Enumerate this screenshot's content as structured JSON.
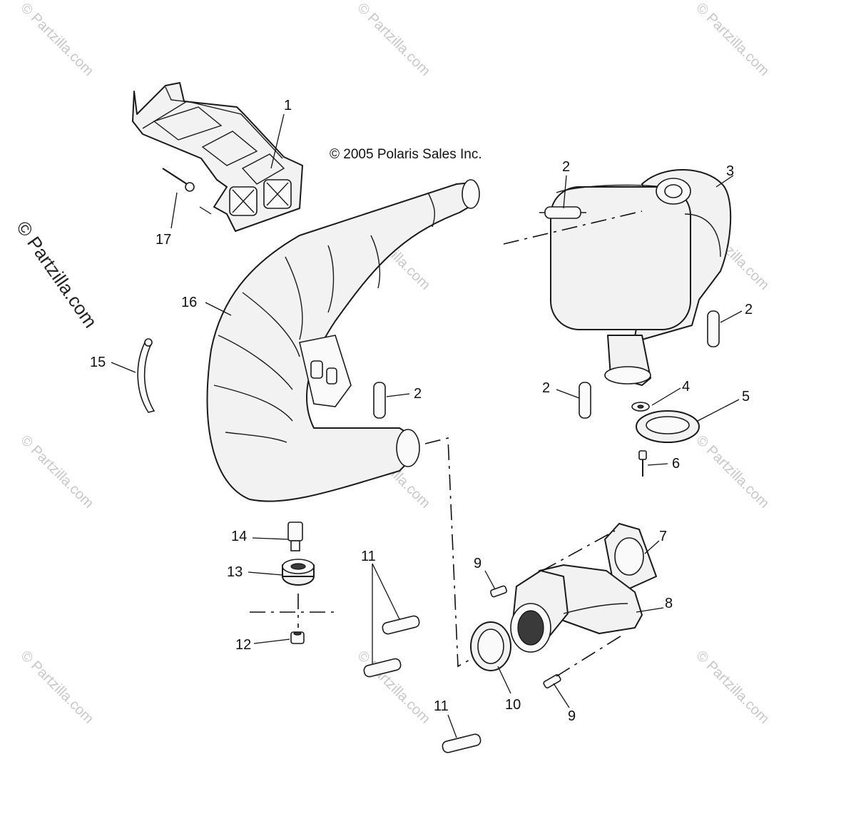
{
  "copyright": "© 2005 Polaris Sales Inc.",
  "watermark": "© Partzilla.com",
  "side_watermark": "© Partzilla.com",
  "callouts": {
    "c1": "1",
    "c2a": "2",
    "c2b": "2",
    "c2c": "2",
    "c2d": "2",
    "c3": "3",
    "c4": "4",
    "c5": "5",
    "c6": "6",
    "c7": "7",
    "c8": "8",
    "c9a": "9",
    "c9b": "9",
    "c10": "10",
    "c11a": "11",
    "c11b": "11",
    "c12": "12",
    "c13": "13",
    "c14": "14",
    "c15": "15",
    "c16": "16",
    "c17": "17"
  }
}
